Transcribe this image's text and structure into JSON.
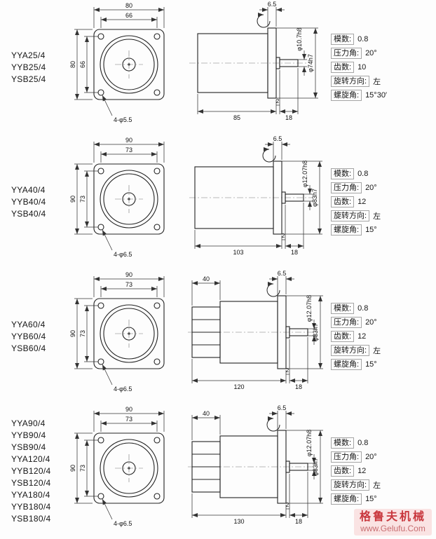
{
  "watermark": {
    "line1": "格鲁夫机械",
    "line2": "www.Gelufu.Com"
  },
  "rows": [
    {
      "models": [
        "YYA25/4",
        "YYB25/4",
        "YSB25/4"
      ],
      "front": {
        "outer_w": "80",
        "inner_w": "66",
        "outer_h": "80",
        "inner_h": "66",
        "holes": "4-φ5.5"
      },
      "side": {
        "flange_t": "6.5",
        "shaft_dia": "φ10.7h8",
        "body_dia": "φ74h7",
        "body_len": "85",
        "shaft_len": "18",
        "step": "2"
      },
      "specs": [
        {
          "label": "模数:",
          "value": "0.8"
        },
        {
          "label": "压力角:",
          "value": "20°"
        },
        {
          "label": "齿数:",
          "value": "10"
        },
        {
          "label": "旋转方向:",
          "value": "左"
        },
        {
          "label": "螺旋角:",
          "value": "15°30′"
        }
      ]
    },
    {
      "models": [
        "YYA40/4",
        "YYB40/4",
        "YSB40/4"
      ],
      "front": {
        "outer_w": "90",
        "inner_w": "73",
        "outer_h": "90",
        "inner_h": "73",
        "holes": "4-φ6.5"
      },
      "side": {
        "flange_t": "6.5",
        "shaft_dia": "φ12.07h8",
        "body_dia": "φ83h7",
        "body_len": "103",
        "shaft_len": "18",
        "step": "2"
      },
      "specs": [
        {
          "label": "模数:",
          "value": "0.8"
        },
        {
          "label": "压力角:",
          "value": "20°"
        },
        {
          "label": "齿数:",
          "value": "12"
        },
        {
          "label": "旋转方向:",
          "value": "左"
        },
        {
          "label": "螺旋角:",
          "value": "15°"
        }
      ]
    },
    {
      "models": [
        "YYA60/4",
        "YYB60/4",
        "YSB60/4"
      ],
      "front": {
        "outer_w": "90",
        "inner_w": "73",
        "outer_h": "90",
        "inner_h": "73",
        "holes": "4-φ6.5"
      },
      "side": {
        "gear_len": "40",
        "flange_t": "6.5",
        "shaft_dia": "φ12.07h8",
        "body_dia": "φ83h7",
        "body_len": "120",
        "shaft_len": "18",
        "step": "2"
      },
      "specs": [
        {
          "label": "模数:",
          "value": "0.8"
        },
        {
          "label": "压力角:",
          "value": "20°"
        },
        {
          "label": "齿数:",
          "value": "12"
        },
        {
          "label": "旋转方向:",
          "value": "左"
        },
        {
          "label": "螺旋角:",
          "value": "15°"
        }
      ]
    },
    {
      "models": [
        "YYA90/4",
        "YYB90/4",
        "YSB90/4",
        "YYA120/4",
        "YYB120/4",
        "YSB120/4",
        "YYA180/4",
        "YYB180/4",
        "YSB180/4"
      ],
      "front": {
        "outer_w": "90",
        "inner_w": "73",
        "outer_h": "90",
        "inner_h": "73",
        "holes": "4-φ6.5"
      },
      "side": {
        "gear_len": "40",
        "flange_t": "6.5",
        "shaft_dia": "φ12.07h8",
        "body_dia": "φ83h7",
        "body_len": "130",
        "shaft_len": "18",
        "step": "2"
      },
      "specs": [
        {
          "label": "模数:",
          "value": "0.8"
        },
        {
          "label": "压力角:",
          "value": "20°"
        },
        {
          "label": "齿数:",
          "value": "12"
        },
        {
          "label": "旋转方向:",
          "value": "左"
        },
        {
          "label": "螺旋角:",
          "value": "15°"
        }
      ]
    }
  ]
}
